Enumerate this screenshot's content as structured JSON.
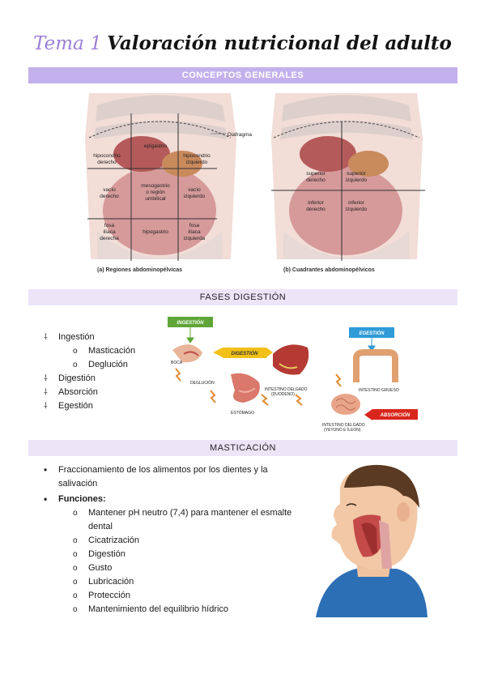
{
  "title": {
    "lead": "Tema 1",
    "rest": "Valoración nutricional del adulto"
  },
  "sections": {
    "conceptos": "CONCEPTOS GENERALES",
    "fases": "FASES DIGESTIÓN",
    "masticacion": "MASTICACIÓN"
  },
  "abdomen": {
    "diafragma": "Diafragma",
    "caption_a": "(a) Regiones abdominopélvicas",
    "caption_b": "(b) Cuadrantes abdominopélvicos",
    "regions": {
      "hipocondrio_der": [
        "hipocondrio",
        "derecho"
      ],
      "epigastrio": [
        "epigastrio"
      ],
      "hipocondrio_izq": [
        "hipocondrio",
        "izquierdo"
      ],
      "vacio_der": [
        "vacío",
        "derecho"
      ],
      "mesogastrio": [
        "mesogastrio",
        "o región",
        "umbilical"
      ],
      "vacio_izq": [
        "vacío",
        "izquierdo"
      ],
      "fosa_der": [
        "fosa",
        "ilíaca",
        "derecha"
      ],
      "hipogastrio": [
        "hipogastrio"
      ],
      "fosa_izq": [
        "fosa",
        "ilíaca",
        "izquierda"
      ]
    },
    "quadrants": {
      "sup_der": [
        "superior",
        "derecho"
      ],
      "sup_izq": [
        "superior",
        "izquierdo"
      ],
      "inf_der": [
        "inferior",
        "derecho"
      ],
      "inf_izq": [
        "inferior",
        "izquierdo"
      ]
    }
  },
  "fases": {
    "items": [
      "Ingestión",
      "Digestión",
      "Absorción",
      "Egestión"
    ],
    "subitems": [
      "Masticación",
      "Deglución"
    ]
  },
  "digest_diagram": {
    "ingestion": "INGESTIÓN",
    "digestion": "DIGESTIÓN",
    "egestion": "EGESTIÓN",
    "absorcion": "ABSORCIÓN",
    "boca": "BOCA",
    "deglucion": "DEGLUCIÓN",
    "estomago": "ESTÓMAGO",
    "duodeno": [
      "INTESTINO DELGADO",
      "(DUODENO)"
    ],
    "grueso": "INTESTINO GRUESO",
    "yeyuno": [
      "INTESTINO DELGADO",
      "(YEYUNO E ÍLEON)"
    ],
    "colors": {
      "ingestion": "#5fa537",
      "digestion": "#f2c019",
      "egestion": "#2f9bd7",
      "absorcion": "#d9261c"
    }
  },
  "masticacion": {
    "intro": "Fraccionamiento de los alimentos por los dientes y la salivación",
    "funciones_label": "Funciones:",
    "funciones": [
      "Mantener pH neutro (7,4) para mantener el esmalte dental",
      "Cicatrización",
      "Digestión",
      "Gusto",
      "Lubricación",
      "Protección",
      "Mantenimiento del equilibrio hídrico"
    ]
  },
  "colors": {
    "accent": "#c4b0ec",
    "accent_light": "#ece5f8",
    "title_lead": "#9b7fd6"
  }
}
